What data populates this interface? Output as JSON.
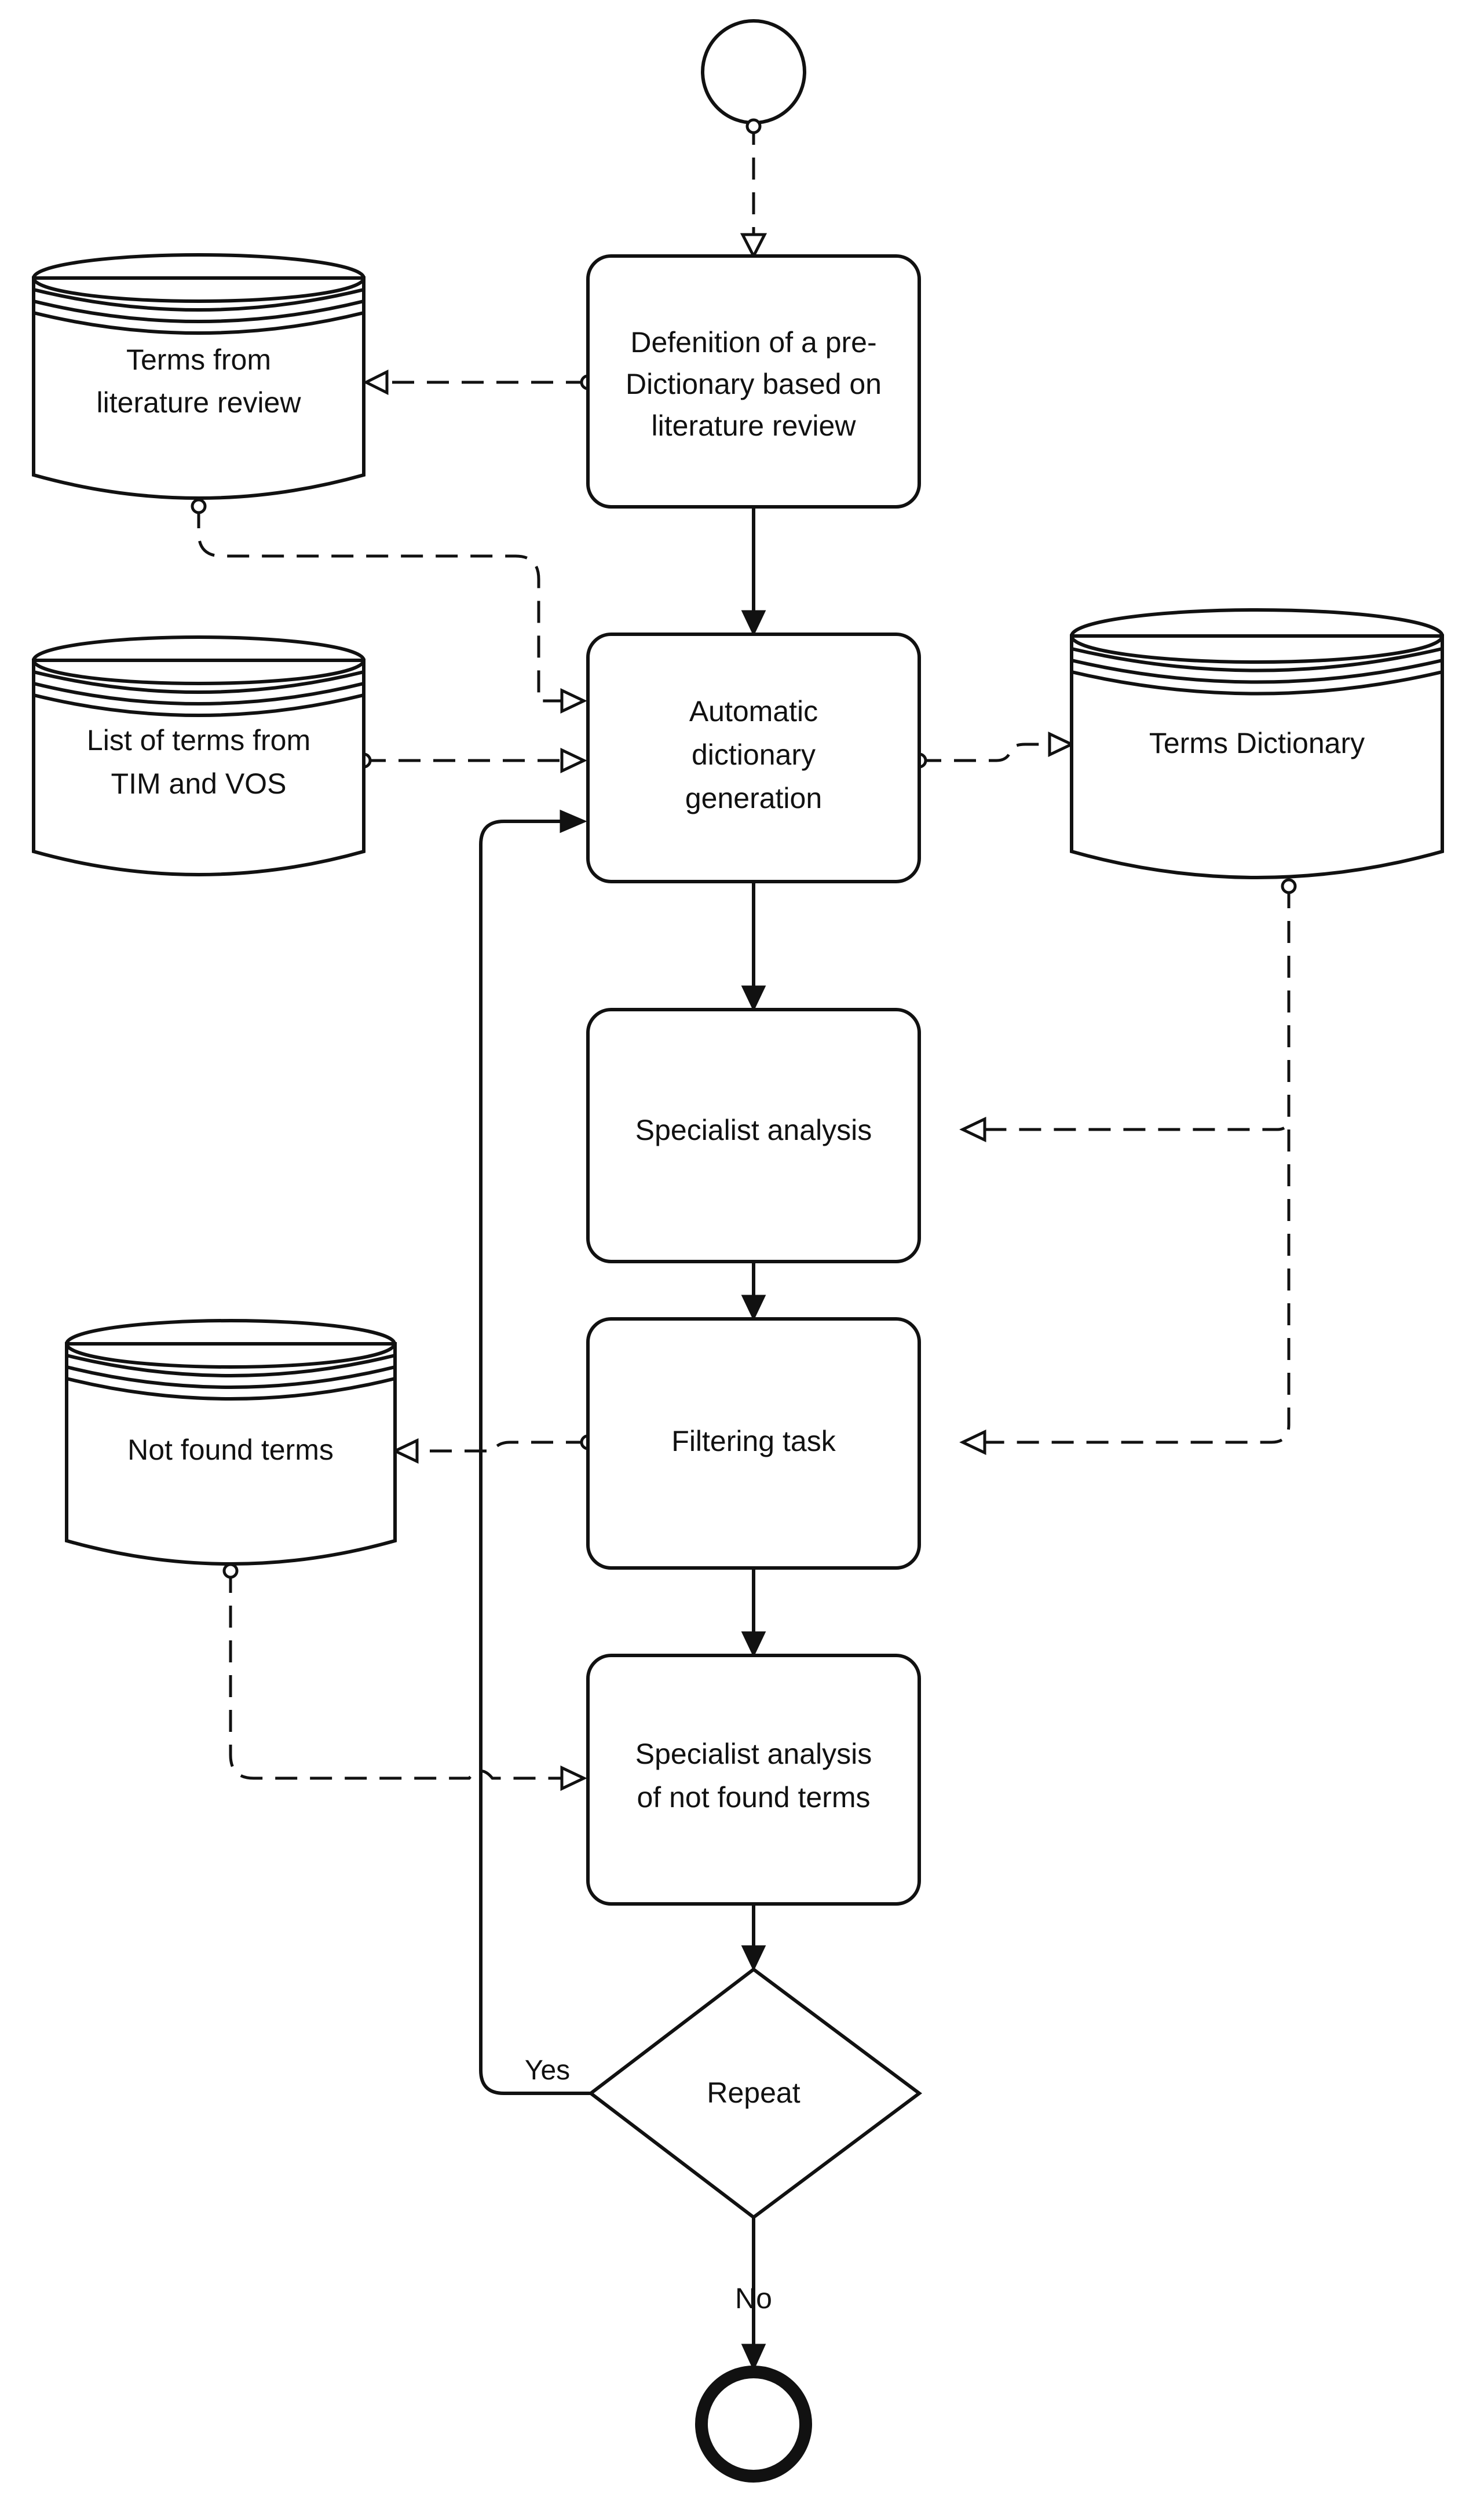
{
  "tasks": {
    "predict": [
      "Defenition of a pre-",
      "Dictionary based on",
      "literature review"
    ],
    "auto_gen": [
      "Automatic",
      "dictionary",
      "generation"
    ],
    "specialist": [
      "Specialist analysis"
    ],
    "filtering": [
      "Filtering task"
    ],
    "specialist_nf": [
      "Specialist analysis",
      "of not found terms"
    ]
  },
  "stores": {
    "lit_terms": [
      "Terms from",
      "literature review"
    ],
    "tim_vos": [
      "List of terms from",
      "TIM and VOS"
    ],
    "dictionary": [
      "Terms Dictionary"
    ],
    "not_found": [
      "Not found terms"
    ]
  },
  "gateway": {
    "label": "Repeat",
    "yes_label": "Yes",
    "no_label": "No"
  }
}
